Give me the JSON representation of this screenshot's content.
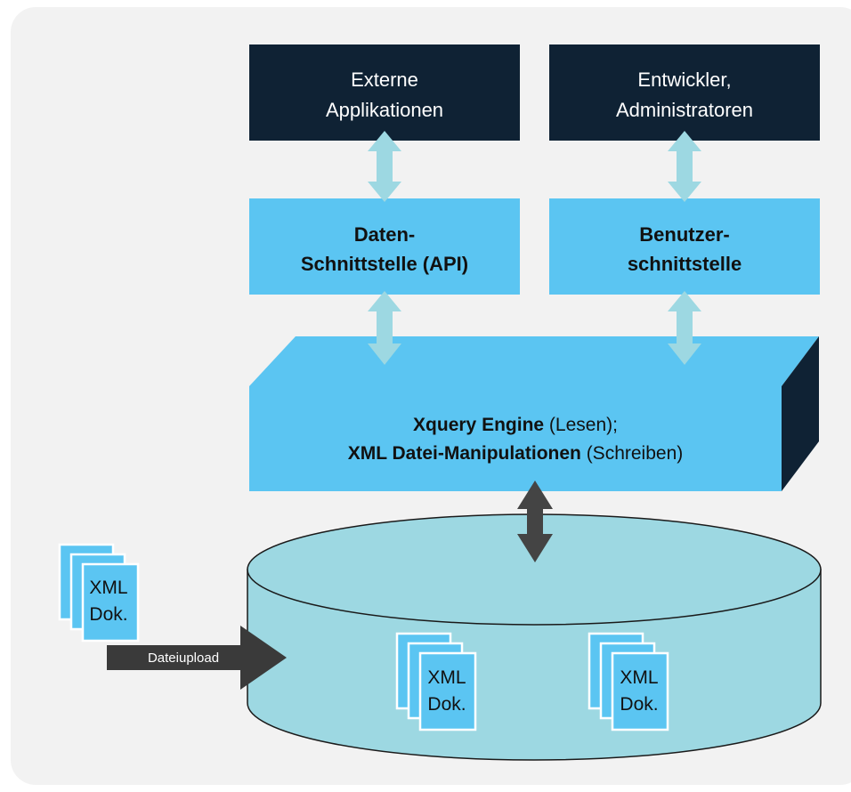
{
  "colors": {
    "panel": "#f2f2f2",
    "dark": "#0f2234",
    "blue": "#5bc5f2",
    "db": "#9dd8e2",
    "light_arrow": "#9dd8e2",
    "dark_arrow": "#444444",
    "upload_arrow": "#3a3a3a"
  },
  "nodes": {
    "external_apps": [
      "Externe",
      "Applikationen"
    ],
    "developers": [
      "Entwickler,",
      "Administratoren"
    ],
    "data_api": [
      "Daten-",
      "Schnittstelle (API)"
    ],
    "user_interface": [
      "Benutzer-",
      "schnittstelle"
    ],
    "engine": {
      "line1_bold": "Xquery Engine",
      "line1_normal": " (Lesen);",
      "line2_bold": "XML Datei-Manipulationen",
      "line2_normal": " (Schreiben)"
    }
  },
  "documents": {
    "label_line1": "XML",
    "label_line2": "Dok."
  },
  "upload": {
    "label": "Dateiupload"
  }
}
